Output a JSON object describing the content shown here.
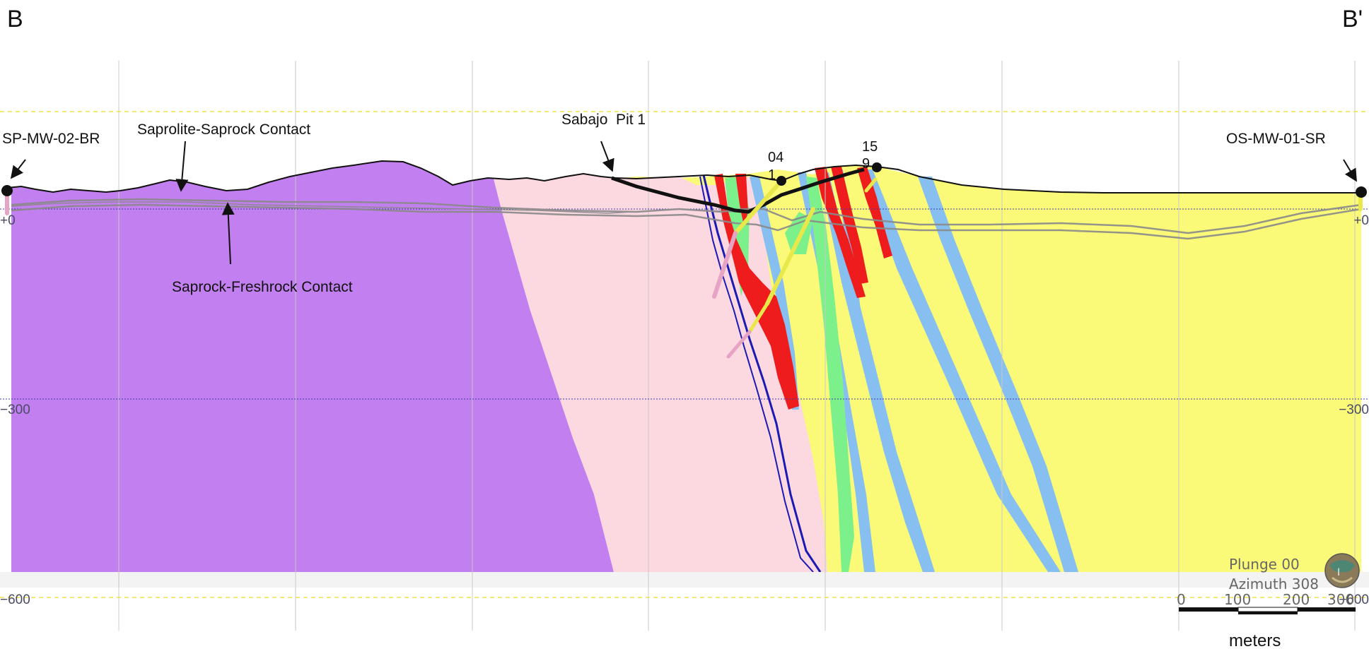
{
  "section": {
    "start_label": "B",
    "end_label": "B'"
  },
  "wells": [
    {
      "name": "SP-MW-02-BR"
    },
    {
      "name": "OS-MW-01-SR"
    }
  ],
  "annotations": {
    "saprolite_saprock": "Saprolite-Saprock Contact",
    "saprock_freshrock": "Saprock-Freshrock Contact",
    "pit": "Sabajo  Pit 1",
    "hole_04_a": "04",
    "hole_04_b": "1",
    "hole_15_a": "15",
    "hole_15_b": "9"
  },
  "elevations": {
    "left": [
      "+0",
      "−300",
      "−600"
    ],
    "right": [
      "+0",
      "−300",
      "−600"
    ]
  },
  "view": {
    "plunge": "Plunge 00",
    "azimuth": "Azimuth 308"
  },
  "scale_bar": {
    "ticks": [
      "0",
      "100",
      "200",
      "300"
    ],
    "unit": "meters"
  },
  "colors": {
    "purple_unit": "#c27ff0",
    "pink_unit": "#fcd9e0",
    "yellow_unit": "#fafa78",
    "red_unit": "#ee1c1c",
    "blue_unit": "#86bff0",
    "green_unit": "#7cf08a",
    "navy_contact": "#1a1ab4"
  }
}
